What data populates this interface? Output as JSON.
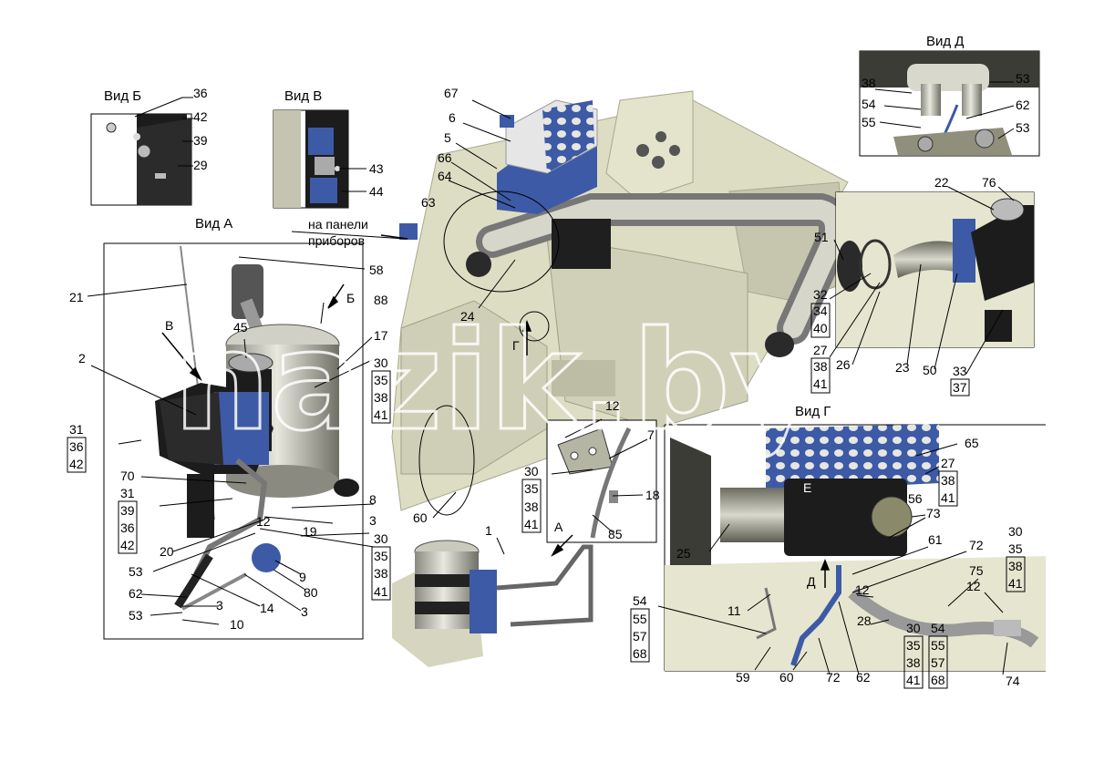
{
  "titles": {
    "view_b": "Вид Б",
    "view_v": "Вид В",
    "view_a": "Вид А",
    "view_d": "Вид Д",
    "view_g": "Вид Г",
    "panel_note_1": "на панели",
    "panel_note_2": "приборов"
  },
  "watermark": "nazik.by",
  "arrow_letters": {
    "b": "Б",
    "v": "В",
    "g": "Г",
    "a": "А",
    "d": "Д",
    "e": "Е"
  },
  "labels": {
    "l36a": "36",
    "l42a": "42",
    "l39a": "39",
    "l29": "29",
    "l43": "43",
    "l44": "44",
    "l67": "67",
    "l6": "6",
    "l5": "5",
    "l66": "66",
    "l64": "64",
    "l63": "63",
    "l24": "24",
    "l38d": "38",
    "l53a": "53",
    "l54d": "54",
    "l62d": "62",
    "l55d": "55",
    "l53b": "53",
    "l22": "22",
    "l76": "76",
    "l51": "51",
    "l32": "32",
    "l34": "34",
    "l40": "40",
    "l27a": "27",
    "l38a": "38",
    "l41a": "41",
    "l26": "26",
    "l23": "23",
    "l50": "50",
    "l33": "33",
    "l37": "37",
    "l21": "21",
    "l58": "58",
    "l88": "88",
    "l2": "2",
    "l45": "45",
    "l17": "17",
    "l30a": "30",
    "l35a": "35",
    "l38b": "38",
    "l41b": "41",
    "l31a": "31",
    "l36b": "36",
    "l42b": "42",
    "l70": "70",
    "l31b": "31",
    "l39b": "39",
    "l36c": "36",
    "l42c": "42",
    "l8": "8",
    "l3a": "3",
    "l12a": "12",
    "l19": "19",
    "l30b": "30",
    "l35b": "35",
    "l38c": "38",
    "l41c": "41",
    "l20": "20",
    "l53c": "53",
    "l9": "9",
    "l80": "80",
    "l62a": "62",
    "l3b": "3",
    "l14": "14",
    "l3c": "3",
    "l53d": "53",
    "l10": "10",
    "l12b": "12",
    "l7": "7",
    "l30c": "30",
    "l35c": "35",
    "l38e": "38",
    "l41e": "41",
    "l18": "18",
    "l60a": "60",
    "l1": "1",
    "l85": "85",
    "l65": "65",
    "l27b": "27",
    "l38f": "38",
    "l41f": "41",
    "l56": "56",
    "l73": "73",
    "l25": "25",
    "l61": "61",
    "l72a": "72",
    "l75": "75",
    "l12c": "12",
    "l11": "11",
    "l12d": "12",
    "l30d": "30",
    "l35d": "35",
    "l38g": "38",
    "l41g": "41",
    "l54a": "54",
    "l55a": "55",
    "l57a": "57",
    "l68a": "68",
    "l28": "28",
    "l30e": "30",
    "l35e": "35",
    "l38h": "38",
    "l41h": "41",
    "l54b": "54",
    "l55b": "55",
    "l57b": "57",
    "l68b": "68",
    "l59": "59",
    "l60b": "60",
    "l72b": "72",
    "l62b": "62",
    "l74": "74"
  }
}
